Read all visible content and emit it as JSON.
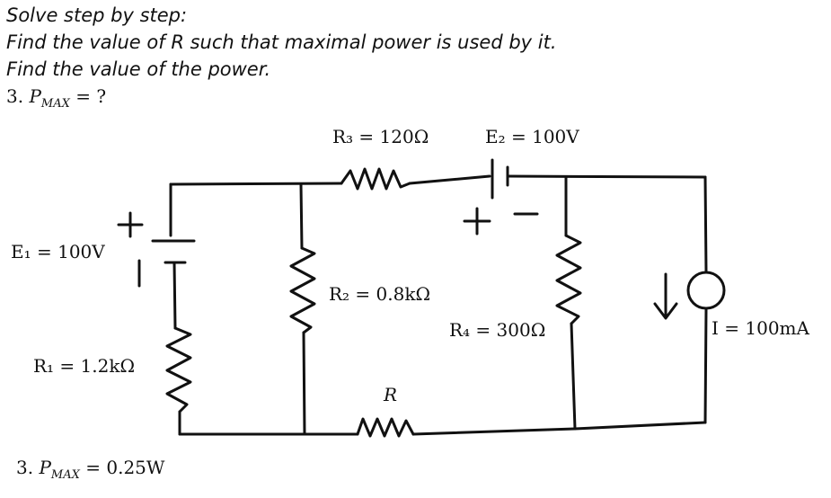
{
  "problem": {
    "line1": "Solve step by step:",
    "line2": "Find the value of R such that maximal power is used by it.",
    "line3": "Find the value of the power.",
    "question_prefix": "3.",
    "question_symbol": "P",
    "question_sub": "MAX",
    "question_suffix": " = ?"
  },
  "circuit": {
    "r3_label": "R₃ = 120Ω",
    "e2_label": "E₂ = 100V",
    "e1_label": "E₁ = 100V",
    "r2_label": "R₂ = 0.8kΩ",
    "r4_label": "R₄ = 300Ω",
    "i_label": "I = 100mA",
    "r1_label": "R₁ = 1.2kΩ",
    "r_label": "R",
    "e1_plus": "+",
    "e1_minus": "|",
    "e2_plus": "+",
    "e2_minus": "−",
    "arrow": "↓"
  },
  "answer": {
    "prefix": "3.",
    "symbol": "P",
    "sub": "MAX",
    "suffix": " = 0.25W"
  },
  "colors": {
    "ink": "#111111",
    "background": "#ffffff"
  }
}
